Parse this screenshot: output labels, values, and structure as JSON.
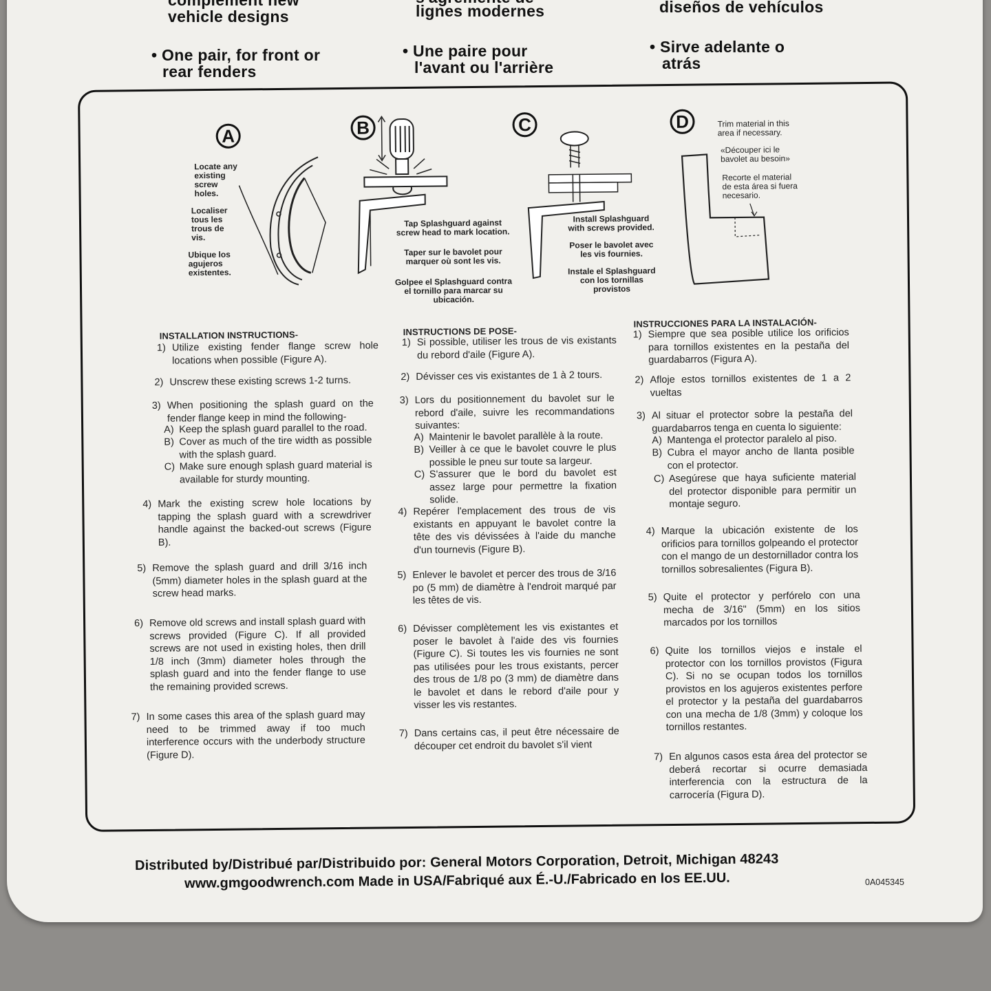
{
  "features": {
    "en": {
      "line1": "complement new",
      "line2": "vehicle designs",
      "b_line1": "One pair, for front or",
      "b_line2": "rear fenders"
    },
    "fr": {
      "line1": "s'agrémente de",
      "line2": "lignes modernes",
      "b_line1": "Une paire pour",
      "b_line2": "l'avant ou l'arrière"
    },
    "es": {
      "line2": "diseños de vehículos",
      "b_line1": "Sirve adelante o",
      "b_line2": "atrás"
    }
  },
  "figures": {
    "a": {
      "letter": "A",
      "cap1": [
        "Locate any",
        "existing",
        "screw",
        "holes."
      ],
      "cap2": [
        "Localiser",
        "tous les",
        "trous de",
        "vis."
      ],
      "cap3": [
        "Ubique los",
        "agujeros",
        "existentes."
      ]
    },
    "b": {
      "letter": "B",
      "cap1": [
        "Tap Splashguard against",
        "screw head to mark location."
      ],
      "cap2": [
        "Taper sur le bavolet pour",
        "marquer où sont les vis."
      ],
      "cap3": [
        "Golpee el Splashguard contra",
        "el tornillo para marcar su",
        "ubicación."
      ]
    },
    "c": {
      "letter": "C",
      "cap1": [
        "Install Splashguard",
        "with screws provided."
      ],
      "cap2": [
        "Poser le bavolet avec",
        "les vis fournies."
      ],
      "cap3": [
        "Instale el Splashguard",
        "con los tornillas",
        "provistos"
      ]
    },
    "d": {
      "letter": "D",
      "cap1": [
        "Trim material in this",
        "area if necessary."
      ],
      "cap2": [
        "«Découper ici le",
        "bavolet au besoin»"
      ],
      "cap3": [
        "Recorte el material",
        "de esta área si fuera",
        "necesario."
      ]
    }
  },
  "instructions": {
    "en": {
      "heading": "INSTALLATION INSTRUCTIONS-",
      "steps": [
        [
          "1)",
          "Utilize existing fender flange screw hole locations when possible (Figure A)."
        ],
        [
          "2)",
          "Unscrew these existing screws 1-2 turns."
        ],
        [
          "3)",
          "When positioning the splash guard on the fender flange keep in mind the following-"
        ],
        [
          "A)",
          "Keep the splash guard parallel to the road."
        ],
        [
          "B)",
          "Cover as much of the tire width as possible with the splash guard."
        ],
        [
          "C)",
          "Make sure enough splash guard material is available for sturdy mounting."
        ],
        [
          "4)",
          "Mark the existing screw hole locations by tapping the splash guard with a screwdriver handle against the backed-out screws (Figure B)."
        ],
        [
          "5)",
          "Remove the splash guard and drill 3/16 inch (5mm) diameter holes in the splash guard at the screw head marks."
        ],
        [
          "6)",
          "Remove old screws and install splash guard with screws provided (Figure C). If all provided screws are not used in existing holes, then drill 1/8 inch (3mm) diameter holes through the splash guard and into the fender flange to use the remaining provided screws."
        ],
        [
          "7)",
          "In some cases this area of the splash guard may need to be trimmed away if too much interference occurs with the underbody structure (Figure D)."
        ]
      ]
    },
    "fr": {
      "heading": "INSTRUCTIONS DE POSE-",
      "steps": [
        [
          "1)",
          "Si possible, utiliser les trous de vis existants du rebord d'aile (Figure A)."
        ],
        [
          "2)",
          "Dévisser ces vis existantes de 1 à 2 tours."
        ],
        [
          "3)",
          "Lors du positionnement du bavolet sur le rebord d'aile, suivre les recommandations suivantes:"
        ],
        [
          "A)",
          "Maintenir le bavolet parallèle à la route."
        ],
        [
          "B)",
          "Veiller à ce que le bavolet couvre le plus possible le pneu sur toute sa largeur."
        ],
        [
          "C)",
          "S'assurer que le bord du bavolet est assez large pour permettre la fixation solide."
        ],
        [
          "4)",
          "Repérer l'emplacement des trous de vis existants en appuyant le bavolet contre la tête des vis dévissées à l'aide du manche d'un tournevis (Figure B)."
        ],
        [
          "5)",
          "Enlever le bavolet et percer des trous de 3/16 po (5 mm) de diamètre à l'endroit marqué par les têtes de vis."
        ],
        [
          "6)",
          "Dévisser complètement les vis existantes et poser le bavolet à l'aide des vis fournies (Figure C). Si toutes les vis fournies ne sont pas utilisées pour les trous existants, percer des trous de 1/8 po (3 mm) de diamètre dans le bavolet et dans le rebord d'aile pour y visser les vis restantes."
        ],
        [
          "7)",
          "Dans certains cas, il peut être nécessaire de découper cet endroit du bavolet s'il vient"
        ]
      ]
    },
    "es": {
      "heading": "INSTRUCCIONES PARA LA INSTALACIÓN-",
      "steps": [
        [
          "1)",
          "Siempre que sea posible utilice los orificios para tornillos existentes en la pestaña del guardabarros (Figura A)."
        ],
        [
          "2)",
          "Afloje estos tornillos existentes de 1 a 2 vueltas"
        ],
        [
          "3)",
          "Al situar el protector sobre la pestaña del guardabarros tenga en cuenta lo siguiente:"
        ],
        [
          "A)",
          "Mantenga el protector paralelo al piso."
        ],
        [
          "B)",
          "Cubra el mayor ancho de llanta posible con el protector."
        ],
        [
          "C)",
          "Asegúrese que haya suficiente material del protector disponible para permitir un montaje seguro."
        ],
        [
          "4)",
          "Marque la ubicación existente de los orificios para tornillos golpeando el protector con el mango de un destornillador contra los tornillos sobresalientes (Figura B)."
        ],
        [
          "5)",
          "Quite el protector y perfórelo con una mecha de 3/16\" (5mm) en los sitios marcados por los tornillos"
        ],
        [
          "6)",
          "Quite los tornillos viejos e instale el protector con los tornillos provistos (Figura C). Si no se ocupan todos los tornillos provistos en los agujeros existentes perfore el protector y la pestaña del guardabarros con una mecha de 1/8 (3mm) y coloque los tornillos restantes."
        ],
        [
          "7)",
          "En algunos casos esta área del protector se deberá recortar si ocurre demasiada interferencia con la estructura de la carrocería (Figura D)."
        ]
      ]
    }
  },
  "footer": {
    "line1": "Distributed by/Distribué par/Distribuido por: General Motors Corporation, Detroit, Michigan 48243",
    "line2": "www.gmgoodwrench.com Made in USA/Fabriqué aux É.-U./Fabricado en los EE.UU.",
    "part_code": "0A045345"
  }
}
